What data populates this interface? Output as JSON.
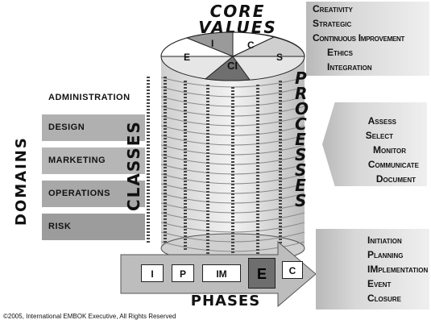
{
  "core_values": {
    "title_line1": "CORE",
    "title_line2": "VALUES",
    "segments": [
      "I",
      "C",
      "E",
      "CI",
      "S"
    ],
    "items": [
      "Creativity",
      "Strategic",
      "Continuous Improvement",
      "Ethics",
      "Integration"
    ]
  },
  "processes": {
    "label": "PROCESSES",
    "items": [
      "Assess",
      "Select",
      "Monitor",
      "Communicate",
      "Document"
    ]
  },
  "domains": {
    "label": "DOMAINS",
    "rows": [
      "ADMINISTRATION",
      "DESIGN",
      "MARKETING",
      "OPERATIONS",
      "RISK"
    ]
  },
  "classes": {
    "label": "CLASSES"
  },
  "phases": {
    "title": "PHASES",
    "cells": [
      "I",
      "P",
      "IM",
      "E",
      "C"
    ],
    "items": [
      "Initiation",
      "Planning",
      "IMplementation",
      "Event",
      "Closure"
    ]
  },
  "copyright": "©2005, International EMBOK Executive, All Rights Reserved"
}
